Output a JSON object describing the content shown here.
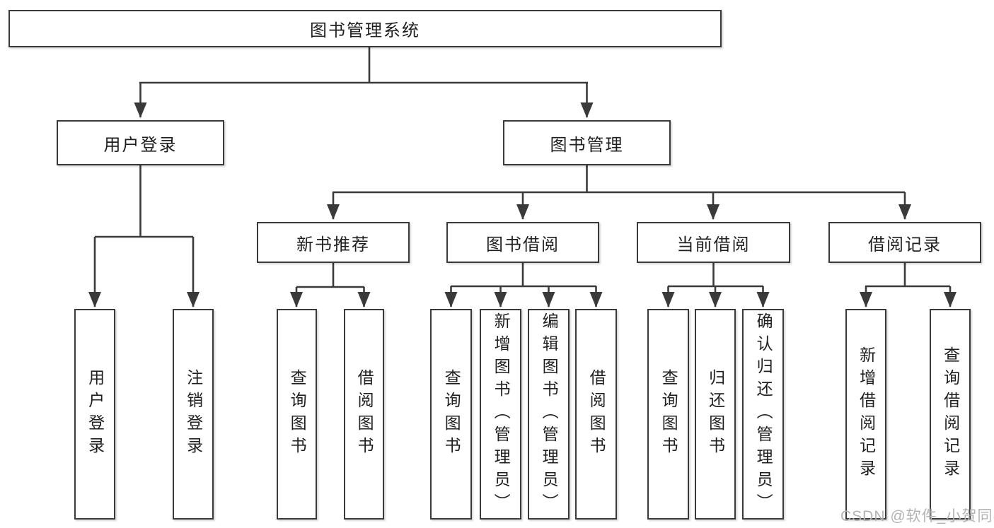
{
  "diagram": {
    "tree": {
      "label": "图书管理系统",
      "children": [
        {
          "label": "用户登录",
          "children": [
            {
              "label": "用户登录"
            },
            {
              "label": "注销登录"
            }
          ]
        },
        {
          "label": "图书管理",
          "children": [
            {
              "label": "新书推荐",
              "children": [
                {
                  "label": "查询图书"
                },
                {
                  "label": "借阅图书"
                }
              ]
            },
            {
              "label": "图书借阅",
              "children": [
                {
                  "label": "查询图书"
                },
                {
                  "label": "新增图书（管理员）"
                },
                {
                  "label": "编辑图书（管理员）"
                },
                {
                  "label": "借阅图书"
                }
              ]
            },
            {
              "label": "当前借阅",
              "children": [
                {
                  "label": "查询图书"
                },
                {
                  "label": "归还图书"
                },
                {
                  "label": "确认归还（管理员）"
                }
              ]
            },
            {
              "label": "借阅记录",
              "children": [
                {
                  "label": "新增借阅记录"
                },
                {
                  "label": "查询借阅记录"
                }
              ]
            }
          ]
        }
      ]
    },
    "colors": {
      "line": "#3a3a3a",
      "text": "#1f1f1f",
      "background": "#ffffff",
      "watermark": "#b3b3b3"
    }
  },
  "watermark": {
    "text": "CSDN @软件_小贺同学"
  }
}
